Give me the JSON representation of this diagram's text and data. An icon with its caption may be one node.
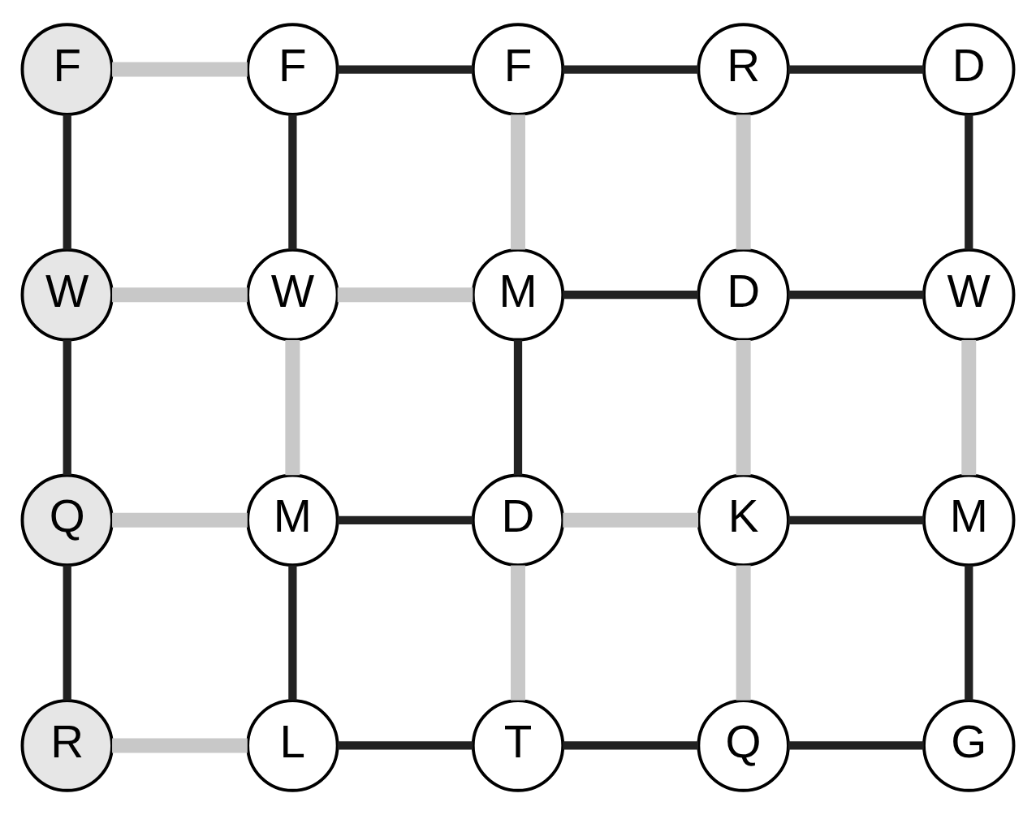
{
  "diagram": {
    "nodes": [
      {
        "text": [
          "F"
        ]
      },
      {
        "text": [
          "F"
        ]
      },
      {
        "text": [
          "F"
        ]
      },
      {
        "text": [
          "R"
        ]
      },
      {
        "text": [
          "D"
        ]
      },
      {
        "text": [
          "W"
        ]
      },
      {
        "text": [
          "W"
        ]
      },
      {
        "text": [
          "M"
        ]
      },
      {
        "text": [
          "D"
        ]
      },
      {
        "text": [
          "W"
        ]
      },
      {
        "text": [
          "Q"
        ]
      },
      {
        "text": [
          "M"
        ]
      },
      {
        "text": [
          "D"
        ]
      },
      {
        "text": [
          "K"
        ]
      },
      {
        "text": [
          "M"
        ]
      },
      {
        "text": [
          "R"
        ]
      },
      {
        "text": [
          "L"
        ]
      },
      {
        "text": [
          "T"
        ]
      },
      {
        "text": [
          "Q"
        ]
      },
      {
        "text": [
          "G"
        ]
      }
    ],
    "edges": [
      {
        "from": 0,
        "to": 1,
        "arrow": "none",
        "color": "#c8c8c8"
      },
      {
        "from": 1,
        "to": 2,
        "arrow": "none"
      },
      {
        "from": 2,
        "to": 3,
        "arrow": "none"
      },
      {
        "from": 3,
        "to": 4,
        "arrow": "none"
      },
      {
        "from": 0,
        "to": 5,
        "arrow": "none"
      },
      {
        "from": 1,
        "to": 6,
        "arrow": "none"
      },
      {
        "from": 2,
        "to": 7,
        "arrow": "none",
        "color": "#c8c8c8"
      },
      {
        "from": 3,
        "to": 8,
        "arrow": "none",
        "color": "#c8c8c8"
      },
      {
        "from": 4,
        "to": 9,
        "arrow": "none"
      },
      {
        "from": 5,
        "to": 6,
        "arrow": "none",
        "color": "#c8c8c8"
      },
      {
        "from": 6,
        "to": 7,
        "arrow": "none",
        "color": "#c8c8c8"
      },
      {
        "from": 7,
        "to": 8,
        "arrow": "none"
      },
      {
        "from": 8,
        "to": 9,
        "arrow": "none"
      },
      {
        "from": 5,
        "to": 10,
        "arrow": "none"
      },
      {
        "from": 6,
        "to": 11,
        "arrow": "none",
        "color": "#c8c8c8"
      },
      {
        "from": 7,
        "to": 12,
        "arrow": "none"
      },
      {
        "from": 8,
        "to": 13,
        "arrow": "none",
        "color": "#c8c8c8"
      },
      {
        "from": 9,
        "to": 14,
        "arrow": "none",
        "color": "#c8c8c8"
      },
      {
        "from": 10,
        "to": 11,
        "arrow": "none",
        "color": "#c8c8c8"
      },
      {
        "from": 11,
        "to": 12,
        "arrow": "none"
      },
      {
        "from": 12,
        "to": 13,
        "arrow": "none",
        "color": "#c8c8c8"
      },
      {
        "from": 13,
        "to": 14,
        "arrow": "none"
      },
      {
        "from": 10,
        "to": 15,
        "arrow": "none"
      },
      {
        "from": 11,
        "to": 16,
        "arrow": "none"
      },
      {
        "from": 12,
        "to": 17,
        "arrow": "none",
        "color": "#c8c8c8"
      },
      {
        "from": 13,
        "to": 18,
        "arrow": "none",
        "color": "#c8c8c8"
      },
      {
        "from": 14,
        "to": 19,
        "arrow": "none"
      },
      {
        "from": 15,
        "to": 16,
        "arrow": "none",
        "color": "#c8c8c8"
      },
      {
        "from": 16,
        "to": 17,
        "arrow": "none"
      },
      {
        "from": 17,
        "to": 18,
        "arrow": "none"
      },
      {
        "from": 18,
        "to": 19,
        "arrow": "none"
      }
    ]
  }
}
